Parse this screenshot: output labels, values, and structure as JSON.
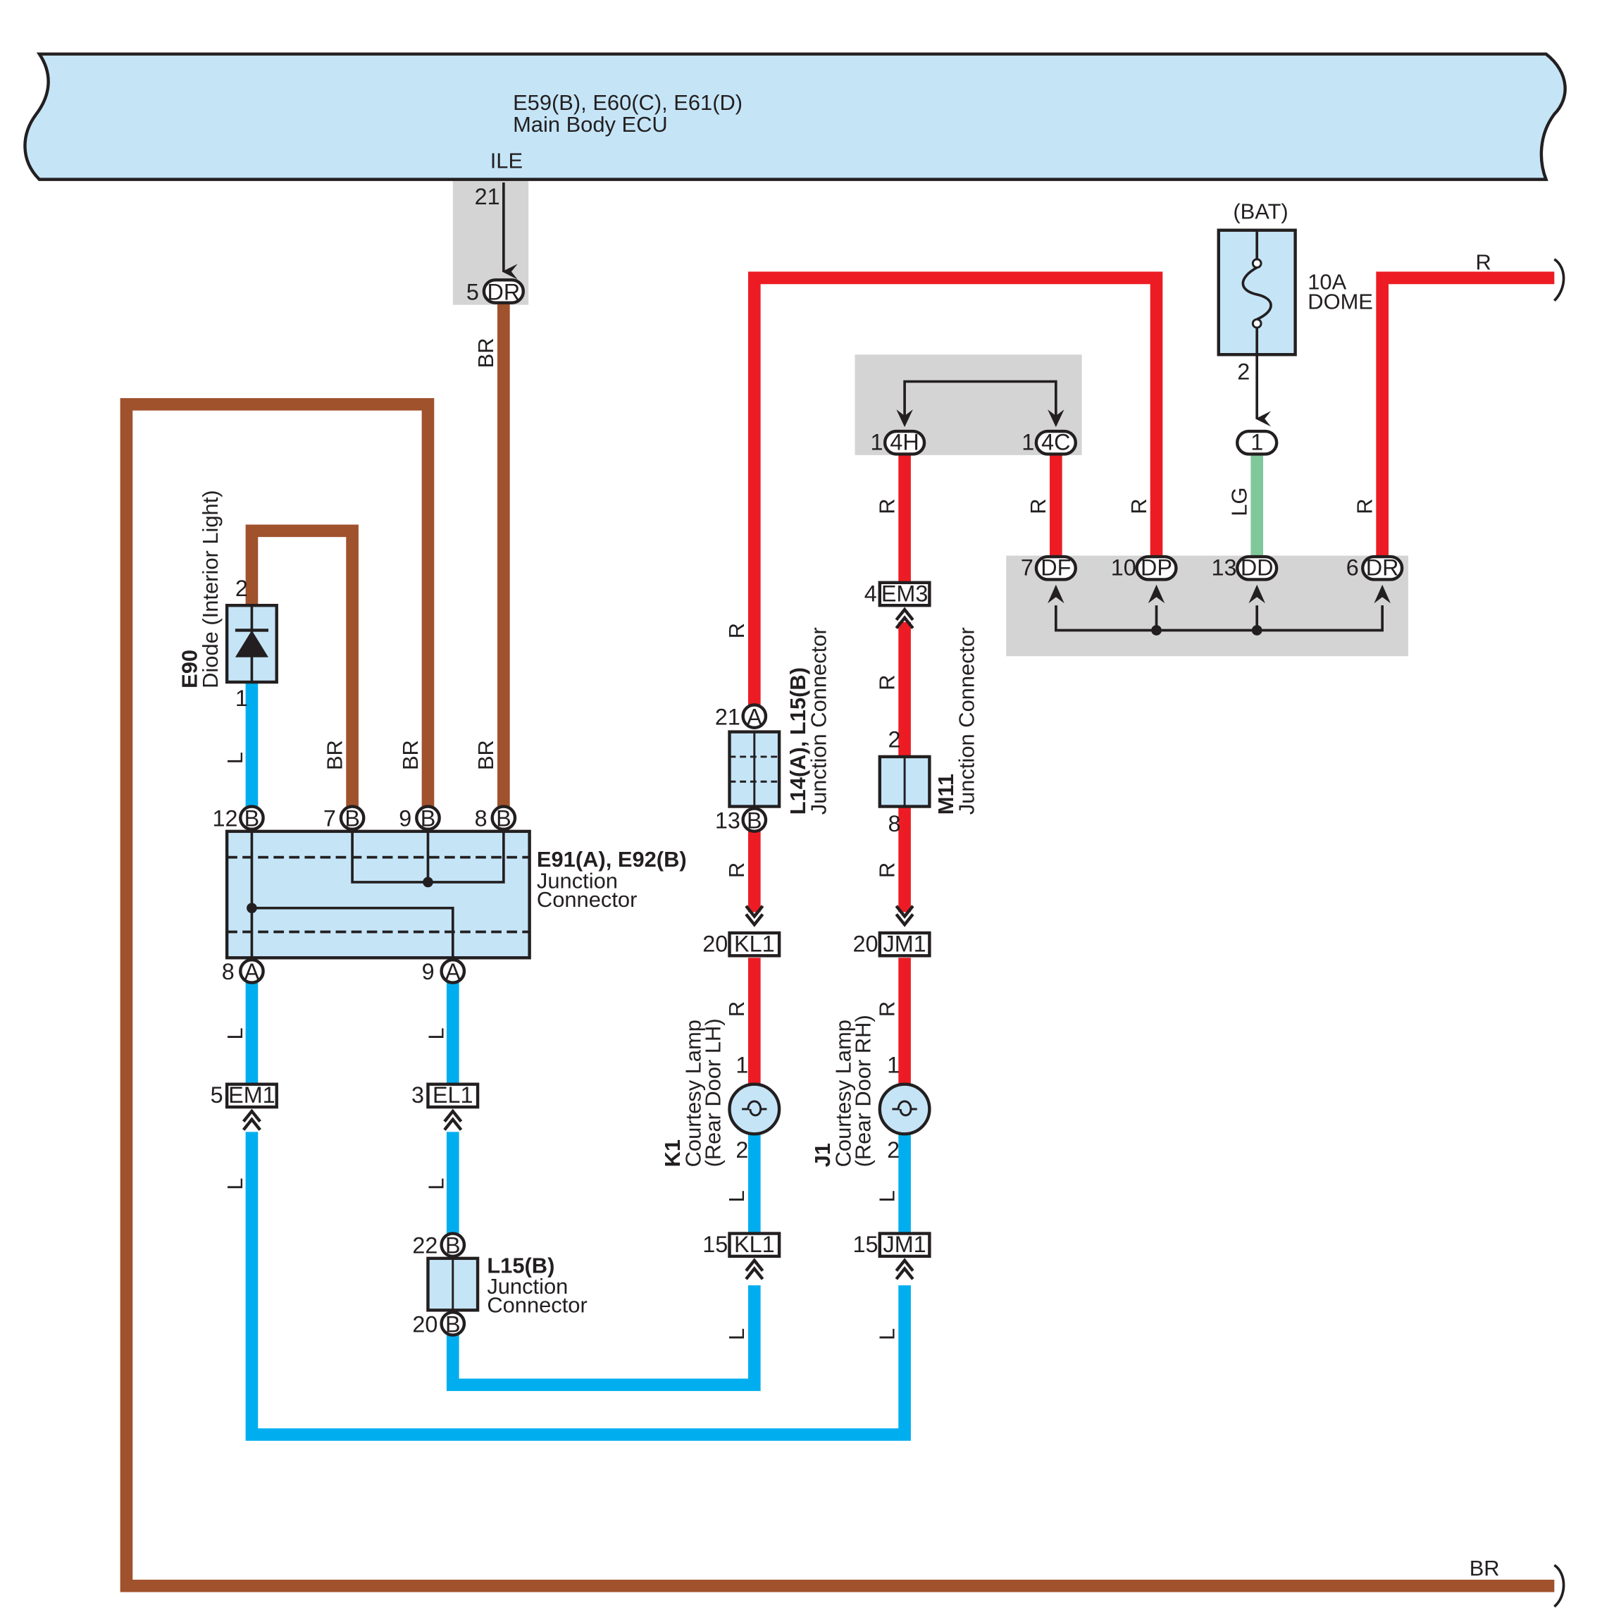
{
  "colors": {
    "red": "#ed1c24",
    "blue": "#00aeef",
    "brown": "#a0522d",
    "green": "#7fc89a",
    "component_fill": "#c5e5f7",
    "shade": "#d4d4d4",
    "black": "#231f20"
  },
  "ecu": {
    "connectors": "E59(B), E60(C), E61(D)",
    "name": "Main Body ECU",
    "terminal": "ILE",
    "pin": "21"
  },
  "fuse": {
    "source": "(BAT)",
    "rating": "10A",
    "name": "DOME",
    "pin": "2",
    "icon": "fuse-icon"
  },
  "wire_colors": {
    "r": "R",
    "br": "BR",
    "l": "L",
    "lg": "LG"
  },
  "connectors": {
    "dr_top": {
      "pin": "5",
      "code": "DR"
    },
    "h4": {
      "pin": "1",
      "code": "4H"
    },
    "c4": {
      "pin": "1",
      "code": "4C"
    },
    "dome_1": {
      "code": "1"
    },
    "df": {
      "pin": "7",
      "code": "DF"
    },
    "dp": {
      "pin": "10",
      "code": "DP"
    },
    "dd": {
      "pin": "13",
      "code": "DD"
    },
    "dr_right": {
      "pin": "6",
      "code": "DR"
    },
    "em3": {
      "pin": "4",
      "code": "EM3"
    },
    "kl1_top": {
      "pin": "20",
      "code": "KL1"
    },
    "jm1_top": {
      "pin": "20",
      "code": "JM1"
    },
    "kl1_bot": {
      "pin": "15",
      "code": "KL1"
    },
    "jm1_bot": {
      "pin": "15",
      "code": "JM1"
    },
    "em1": {
      "pin": "5",
      "code": "EM1"
    },
    "el1": {
      "pin": "3",
      "code": "EL1"
    }
  },
  "diode": {
    "id": "E90",
    "name": "Diode (Interior Light)",
    "pin_top": "2",
    "pin_bottom": "1",
    "icon": "diode-icon"
  },
  "junction_e91": {
    "id": "E91(A), E92(B)",
    "name_line1": "Junction",
    "name_line2": "Connector",
    "top_pins": [
      {
        "num": "12",
        "letter": "B"
      },
      {
        "num": "7",
        "letter": "B"
      },
      {
        "num": "9",
        "letter": "B"
      },
      {
        "num": "8",
        "letter": "B"
      }
    ],
    "bottom_pins": [
      {
        "num": "8",
        "letter": "A"
      },
      {
        "num": "9",
        "letter": "A"
      }
    ]
  },
  "junction_l14": {
    "id": "L14(A), L15(B)",
    "name": "Junction Connector",
    "pin_top": {
      "num": "21",
      "letter": "A"
    },
    "pin_bottom": {
      "num": "13",
      "letter": "B"
    }
  },
  "junction_m11": {
    "id": "M11",
    "name": "Junction Connector",
    "pin_top": "2",
    "pin_bottom": "8"
  },
  "junction_l15": {
    "id": "L15(B)",
    "name_line1": "Junction",
    "name_line2": "Connector",
    "pin_top": {
      "num": "22",
      "letter": "B"
    },
    "pin_bottom": {
      "num": "20",
      "letter": "B"
    }
  },
  "lamp_k1": {
    "id": "K1",
    "name_line1": "Courtesy Lamp",
    "name_line2": "(Rear Door LH)",
    "pin_top": "1",
    "pin_bottom": "2",
    "icon": "bulb-icon"
  },
  "lamp_j1": {
    "id": "J1",
    "name_line1": "Courtesy Lamp",
    "name_line2": "(Rear Door RH)",
    "pin_top": "1",
    "pin_bottom": "2",
    "icon": "bulb-icon"
  }
}
